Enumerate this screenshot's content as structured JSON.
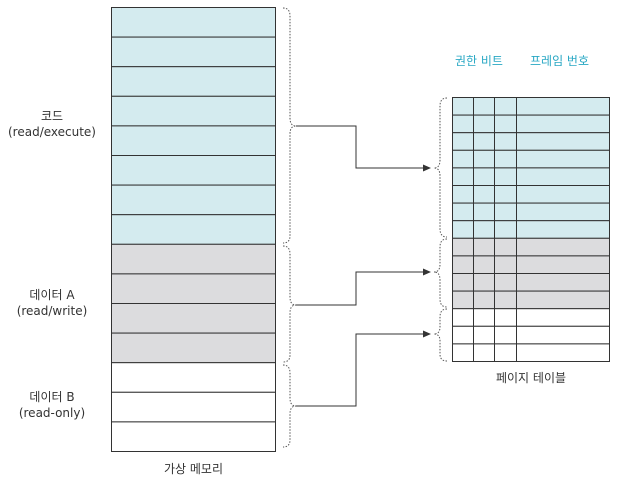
{
  "colors": {
    "code": "#d4ebef",
    "data": "#dcdcde",
    "empty": "#ffffff",
    "border": "#333333",
    "header": "#29a8c4"
  },
  "virtual_memory": {
    "caption": "가상 메모리",
    "segments": [
      {
        "title": "코드",
        "perm": "(read/execute)",
        "color": "code"
      },
      {
        "title": "데이터 A",
        "perm": "(read/write)",
        "color": "data"
      },
      {
        "title": "데이터 B",
        "perm": "(read-only)",
        "color": "empty"
      }
    ],
    "rows": [
      "code",
      "code",
      "code",
      "code",
      "code",
      "code",
      "code",
      "code",
      "data",
      "data",
      "data",
      "data",
      "empty",
      "empty",
      "empty"
    ]
  },
  "page_table": {
    "caption": "페이지 테이블",
    "headers": {
      "permission_bits": "권한 비트",
      "frame_number": "프레임 번호"
    },
    "rows": [
      "code",
      "code",
      "code",
      "code",
      "code",
      "code",
      "code",
      "code",
      "data",
      "data",
      "data",
      "data",
      "empty",
      "empty",
      "empty"
    ]
  }
}
